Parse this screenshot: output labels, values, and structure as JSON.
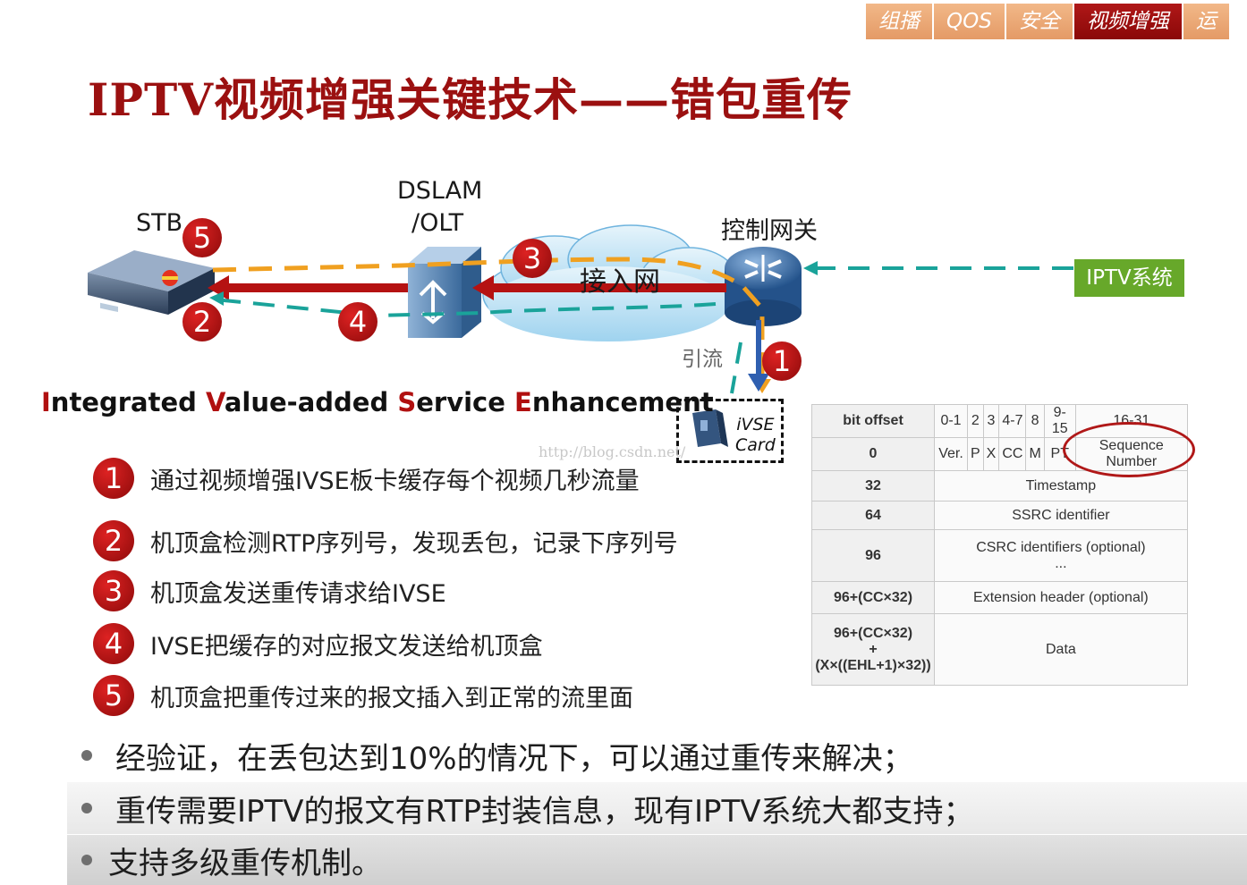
{
  "nav": {
    "tabs": [
      "组播",
      "QOS",
      "安全",
      "视频增强",
      "运"
    ],
    "active_index": 3
  },
  "title": "IPTV视频增强关键技术——错包重传",
  "diagram": {
    "stb_label": "STB",
    "dslam_label_line1": "DSLAM",
    "dslam_label_line2": "/OLT",
    "gateway_label": "控制网关",
    "access_net_label": "接入网",
    "iptv_system_label": "IPTV系统",
    "divert_label": "引流",
    "ivse_card_line1": "iVSE",
    "ivse_card_line2": "Card",
    "step_markers": [
      "1",
      "2",
      "3",
      "4",
      "5"
    ]
  },
  "ivse_heading": {
    "parts": [
      {
        "text": "I",
        "red": true
      },
      {
        "text": "ntegrated ",
        "red": false
      },
      {
        "text": "V",
        "red": true
      },
      {
        "text": "alue-added ",
        "red": false
      },
      {
        "text": "S",
        "red": true
      },
      {
        "text": "ervice ",
        "red": false
      },
      {
        "text": "E",
        "red": true
      },
      {
        "text": "nhancement",
        "red": false
      }
    ]
  },
  "watermark": "http://blog.csdn.net/",
  "steps": [
    {
      "num": "1",
      "text": "通过视频增强IVSE板卡缓存每个视频几秒流量"
    },
    {
      "num": "2",
      "text": "机顶盒检测RTP序列号，发现丢包，记录下序列号"
    },
    {
      "num": "3",
      "text": "机顶盒发送重传请求给IVSE"
    },
    {
      "num": "4",
      "text": "IVSE把缓存的对应报文发送给机顶盒"
    },
    {
      "num": "5",
      "text": "机顶盒把重传过来的报文插入到正常的流里面"
    }
  ],
  "rtp_table": {
    "header": {
      "offset": "bit offset",
      "c1": "0-1",
      "c2": "2",
      "c3": "3",
      "c4": "4-7",
      "c5": "8",
      "c6": "9-15",
      "c7": "16-31"
    },
    "row0": {
      "offset": "0",
      "c1": "Ver.",
      "c2": "P",
      "c3": "X",
      "c4": "CC",
      "c5": "M",
      "c6": "PT",
      "c7": "Sequence Number"
    },
    "rows": [
      {
        "offset": "32",
        "field": "Timestamp"
      },
      {
        "offset": "64",
        "field": "SSRC identifier"
      },
      {
        "offset": "96",
        "field": "CSRC identifiers (optional)",
        "field2": "..."
      },
      {
        "offset": "96+(CC×32)",
        "field": "Extension header (optional)"
      },
      {
        "offset": "96+(CC×32)",
        "offset2": "+ (X×((EHL+1)×32))",
        "field": "Data"
      }
    ]
  },
  "bullets": [
    "经验证，在丢包达到10%的情况下，可以通过重传来解决；",
    "重传需要IPTV的报文有RTP封装信息，现有IPTV系统大都支持；",
    "支持多级重传机制。"
  ],
  "colors": {
    "title_red": "#9b1010",
    "marker_red": "#b01010",
    "green_box": "#67a82a",
    "orange_dash": "#f0a020",
    "teal_dash": "#1aa39a",
    "tab_orange": "#e8a070",
    "tab_active": "#9a0c0c"
  }
}
